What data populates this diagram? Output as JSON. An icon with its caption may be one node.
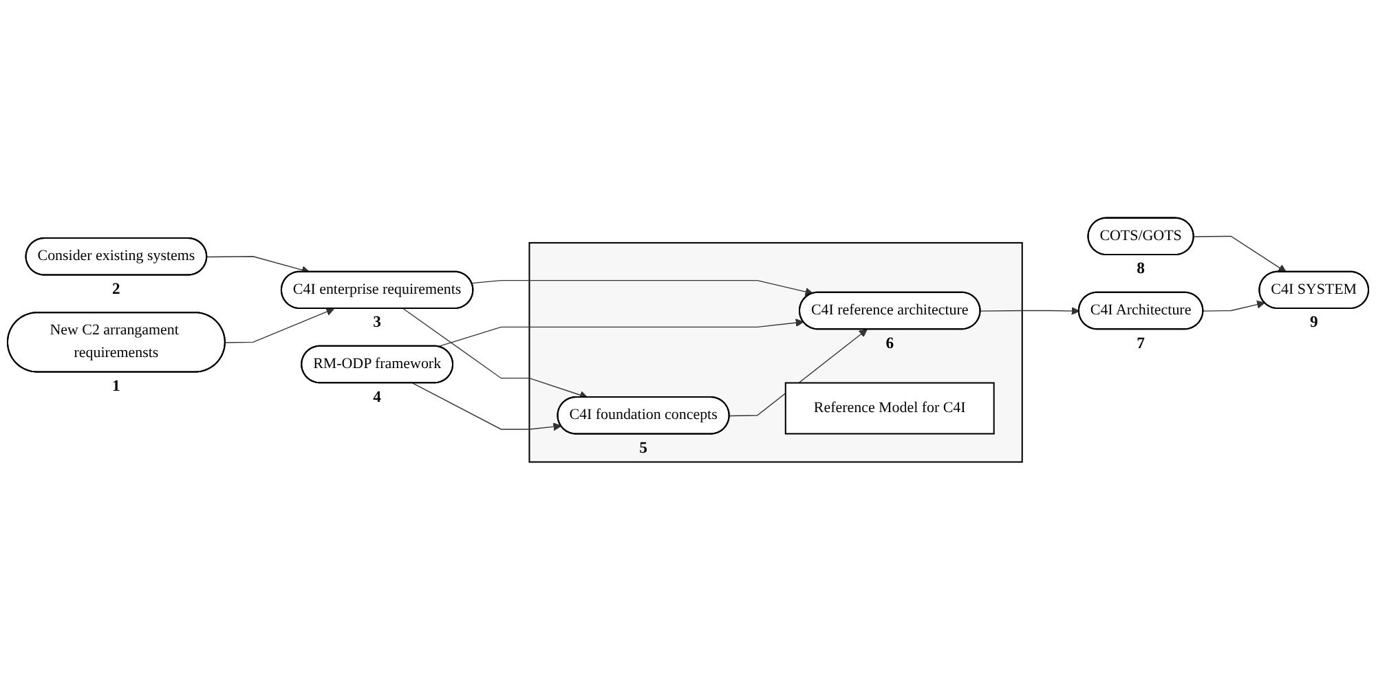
{
  "diagram": {
    "nodes": [
      {
        "text": [
          "Consider existing systems"
        ],
        "beside": [
          "2"
        ]
      },
      {
        "text": [
          "C4I enterprise requirements"
        ],
        "beside": [
          "3"
        ]
      },
      {
        "text": [
          "New C2 arrangament requiremensts"
        ],
        "beside": [
          "1"
        ]
      },
      {
        "text": [
          "RM-ODP framework"
        ],
        "beside": [
          "4"
        ]
      },
      {
        "text": [],
        "shape": "box"
      },
      {
        "text": [
          "Reference Model for C4I"
        ],
        "in": 4
      },
      {
        "text": [
          "C4I foundation concepts"
        ],
        "beside": [
          "5"
        ],
        "in": 4
      },
      {
        "text": [
          "C4I reference architecture"
        ],
        "beside": [
          "6"
        ],
        "in": 4
      },
      {
        "text": [
          "COTS/GOTS"
        ],
        "beside": [
          "8"
        ]
      },
      {
        "text": [
          "C4I Architecture"
        ],
        "beside": [
          "7"
        ]
      },
      {
        "text": [
          "C4I SYSTEM"
        ],
        "beside": [
          "9"
        ]
      }
    ],
    "edges": [
      {
        "from": 0,
        "to": 1,
        "arrow": "to"
      },
      {
        "from": 2,
        "to": 1,
        "arrow": "to"
      },
      {
        "from": 1,
        "to": 6,
        "arrow": "to"
      },
      {
        "from": 1,
        "to": 7,
        "arrow": "to"
      },
      {
        "from": 3,
        "to": 6,
        "arrow": "to"
      },
      {
        "from": 3,
        "to": 7,
        "arrow": "to"
      },
      {
        "from": 6,
        "to": 7,
        "arrow": "to"
      },
      {
        "from": 7,
        "to": 9,
        "arrow": "to"
      },
      {
        "from": 8,
        "to": 10,
        "arrow": "to"
      },
      {
        "from": 9,
        "to": 10,
        "arrow": "to"
      }
    ]
  }
}
